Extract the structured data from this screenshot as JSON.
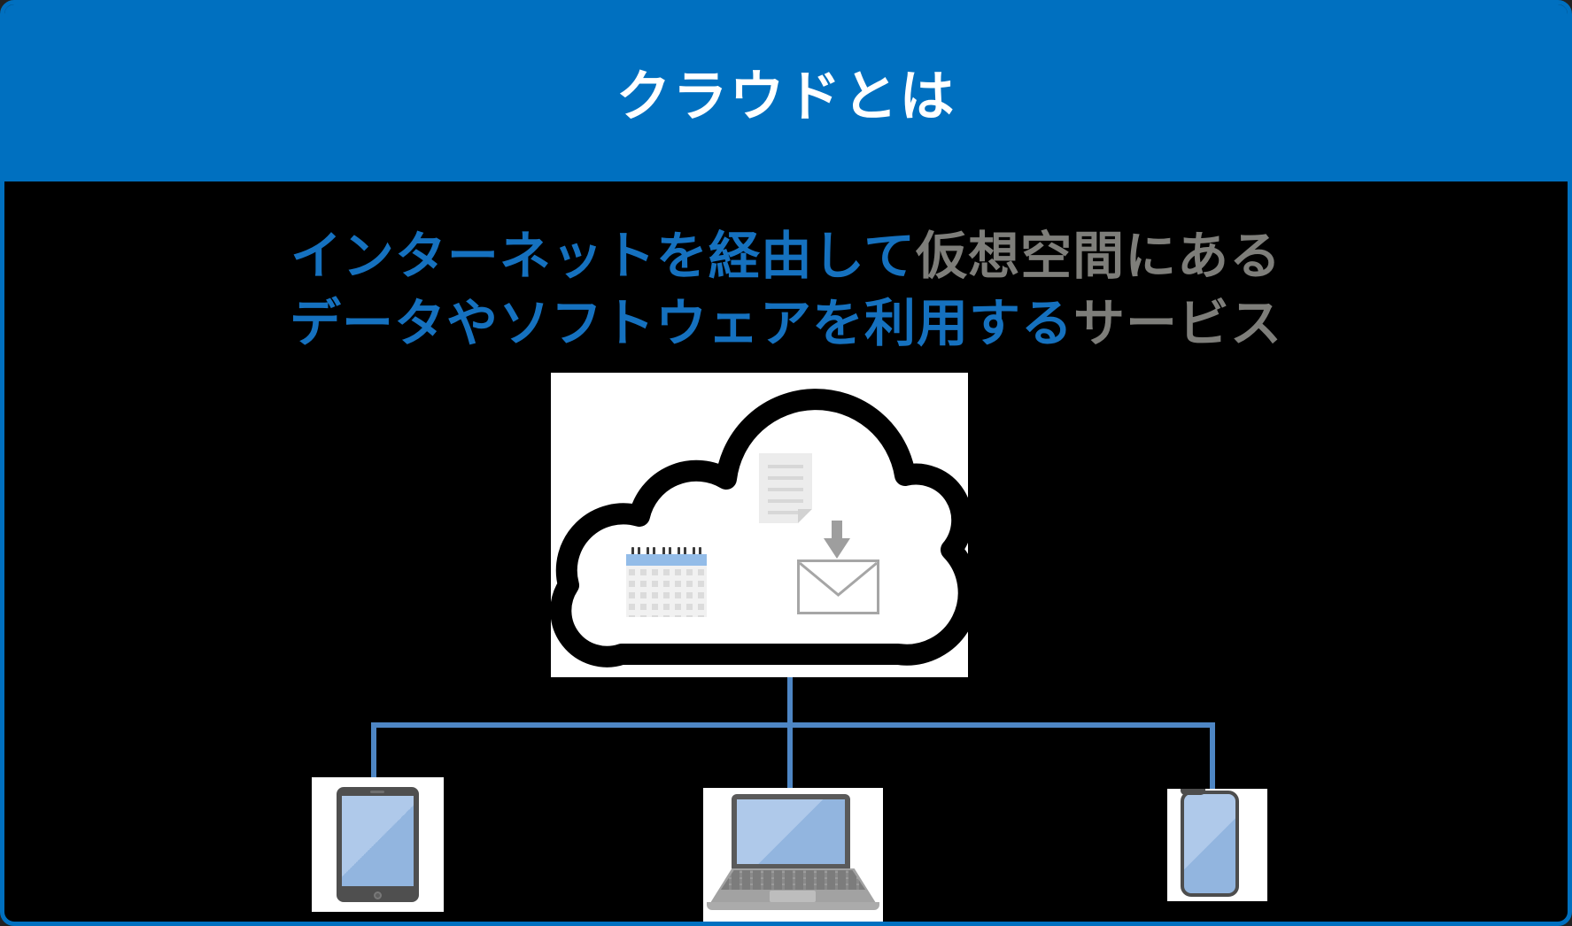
{
  "header": {
    "title": "クラウドとは"
  },
  "description": {
    "line1": {
      "blue": "インターネットを経由して",
      "gray": "仮想空間にある"
    },
    "line2": {
      "blue": "データやソフトウェアを利用する",
      "gray": "サービス"
    }
  },
  "cloud_panel": {
    "icons": [
      {
        "name": "cloud-icon"
      },
      {
        "name": "document-icon"
      },
      {
        "name": "calendar-icon"
      },
      {
        "name": "download-arrow-icon"
      },
      {
        "name": "mail-icon"
      }
    ]
  },
  "devices": [
    {
      "type": "tablet"
    },
    {
      "type": "laptop"
    },
    {
      "type": "smartphone"
    }
  ],
  "colors": {
    "header_blue": "#0070C0",
    "border_blue": "#0070C0",
    "body_bg": "#000000",
    "text_blue": "#1571BF",
    "text_gray": "#7E7E7A",
    "connector_blue": "#4E86C4",
    "panel_white": "#FFFFFF",
    "screen_blue_light": "#AFC9EA",
    "screen_blue_dark": "#92B5DF",
    "device_dark_gray": "#4F4F4F",
    "laptop_gray": "#A2A2A2",
    "icon_gray": "#A6A6A6",
    "calendar_header_blue": "#93BCE8"
  }
}
